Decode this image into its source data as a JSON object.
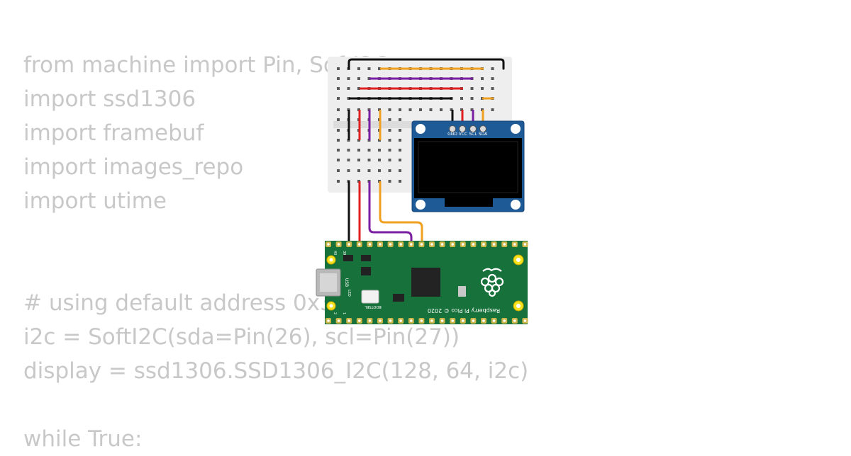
{
  "code_lines": [
    "from machine import Pin, SoftI2C",
    "import ssd1306",
    "import framebuf",
    "import images_repo",
    "import utime",
    "",
    "",
    "# using default address 0x3C",
    "i2c = SoftI2C(sda=Pin(26), scl=Pin(27))",
    "display = ssd1306.SSD1306_I2C(128, 64, i2c)",
    "",
    "while True:"
  ],
  "oled": {
    "pin_labels": [
      "GND",
      "VCC",
      "SCL",
      "SDA"
    ]
  },
  "pico": {
    "board_text": "Raspberry Pi Pico © 2020",
    "bootsel_label": "BOOTSEL",
    "usb_label": "USB",
    "led_label": "LED",
    "pin_39_label": "39",
    "pin_40_label": "40",
    "pin_1_label": "1",
    "pin_2_label": "2"
  },
  "colors": {
    "code_text": "#c8c8c8",
    "breadboard": "#eeeeee",
    "pcb_green": "#17713a",
    "oled_blue": "#1d5a96",
    "wire_black": "#111111",
    "wire_red": "#e02020",
    "wire_purple": "#7b1fa2",
    "wire_orange": "#f0a020"
  }
}
